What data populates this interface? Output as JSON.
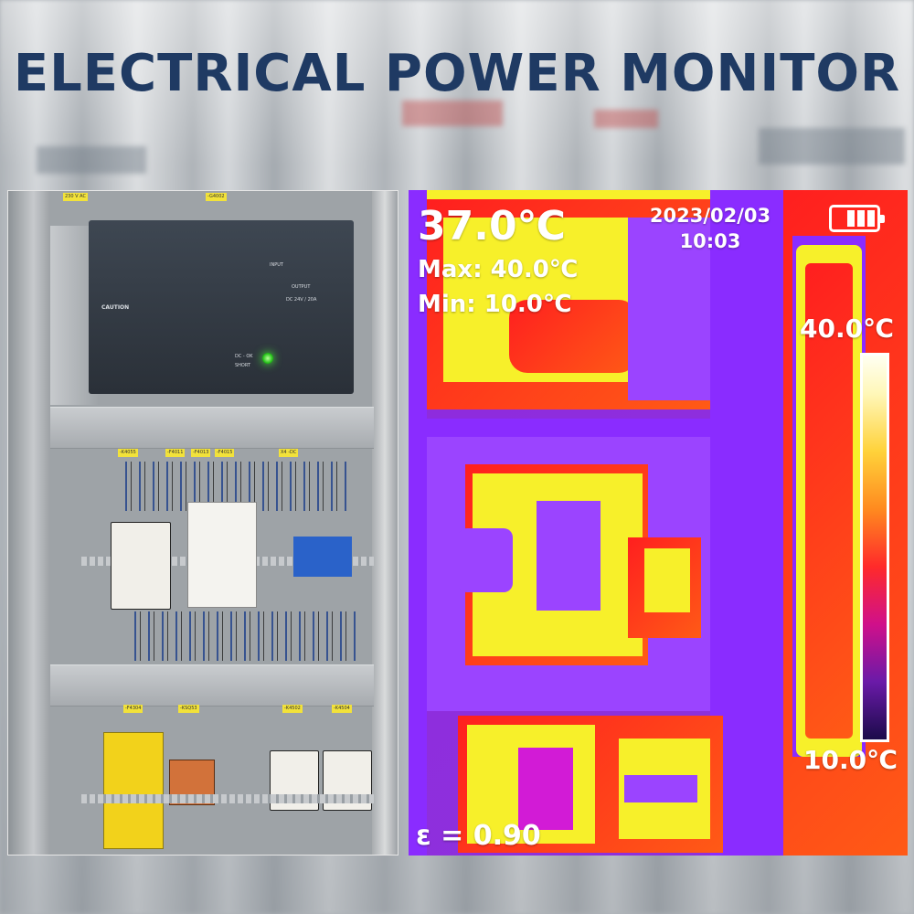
{
  "title": "ELECTRICAL POWER MONITOR",
  "thermal": {
    "current_temp": "37.0℃",
    "max_temp": "Max: 40.0℃",
    "min_temp": "Min: 10.0℃",
    "date": "2023/02/03",
    "time": "10:03",
    "scale_max": "40.0℃",
    "scale_min": "10.0℃",
    "emissivity": "ε = 0.90",
    "battery_level": 1.0
  },
  "photo": {
    "psu_caution": "CAUTION",
    "psu_output": "OUTPUT",
    "psu_output_spec": "DC 24V / 20A",
    "psu_input": "INPUT",
    "psu_dc_ok": "DC - OK",
    "psu_short": "SHORT",
    "tags_row1": [
      "-K4055",
      "-F4011",
      "-F4013",
      "-F4015",
      "X4 -DC"
    ],
    "tags_row2": [
      "-F4304",
      "-KSQ53",
      "-K4502",
      "-K4504"
    ],
    "tag_top": "-G4002",
    "tag_top_left": "230 V AC"
  },
  "colors": {
    "title": "#1f3a63",
    "thermal_hot": "#ff2a1f",
    "thermal_mid": "#f7f02a",
    "thermal_cold": "#8a2cff"
  }
}
